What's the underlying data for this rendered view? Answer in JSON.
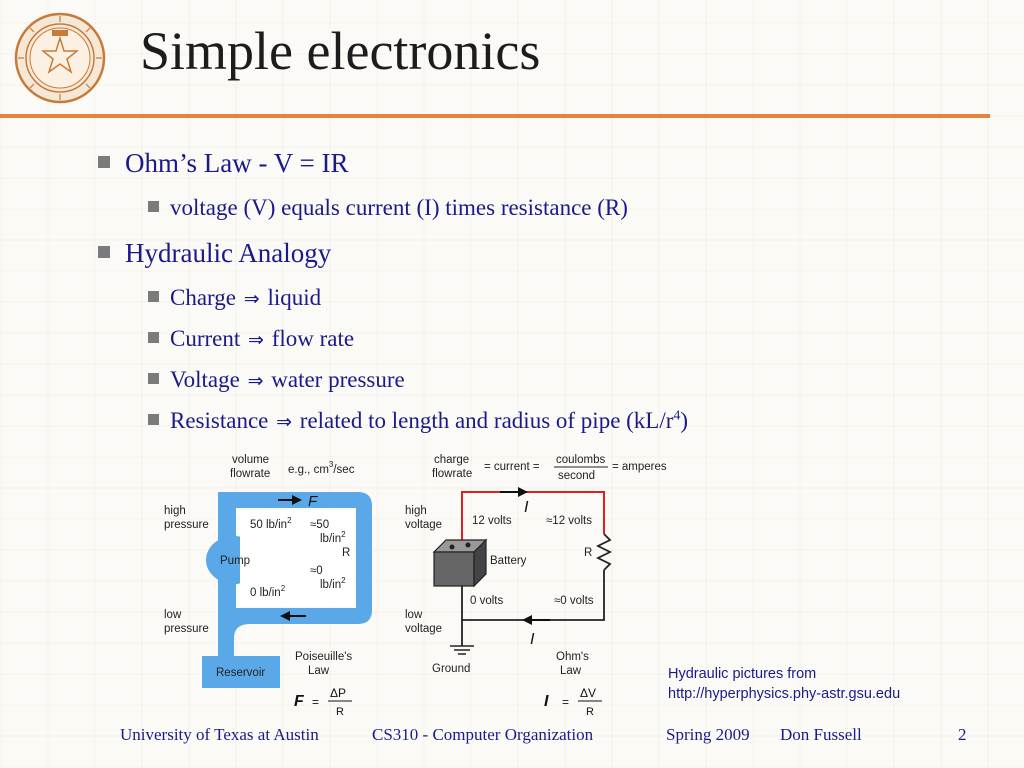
{
  "slide": {
    "title": "Simple electronics",
    "page_number": "2"
  },
  "bullets": [
    {
      "text": "Ohm’s Law - V = IR"
    },
    {
      "text": "voltage (V) equals current (I) times resistance (R)"
    },
    {
      "text": "Hydraulic Analogy"
    },
    {
      "left": "Charge",
      "right": "liquid"
    },
    {
      "left": "Current",
      "right": "flow rate"
    },
    {
      "left": "Voltage",
      "right": "water pressure"
    },
    {
      "left": "Resistance",
      "right": "related to length and radius of pipe (kL/r",
      "sup": "4",
      "tail": ")"
    }
  ],
  "hydraulic_diagram": {
    "volume": "volume",
    "flowrate": "flowrate",
    "example": "e.g., cm",
    "example_sup": "3",
    "example_tail": "/sec",
    "high": "high",
    "pressure_hi": "pressure",
    "low": "low",
    "pressure_lo": "pressure",
    "flow_symbol": "F",
    "p50": "50 lb/in",
    "p50_sup": "2",
    "approx50": "≈50",
    "approx50_unit": "lb/in",
    "approx50_sup": "2",
    "r_label": "R",
    "approx0": "≈0",
    "approx0_unit": "lb/in",
    "approx0_sup": "2",
    "p0": "0 lb/in",
    "p0_sup": "2",
    "pump": "Pump",
    "reservoir": "Reservoir",
    "law1": "Poiseuille's",
    "law2": "Law",
    "eq_lhs": "F",
    "eq_eq": "=",
    "eq_num": "ΔP",
    "eq_den": "R"
  },
  "electrical_diagram": {
    "charge": "charge",
    "flowrate": "flowrate",
    "eq_current": "= current =",
    "coulombs": "coulombs",
    "second": "second",
    "eq_amperes": "= amperes",
    "high": "high",
    "voltage_hi": "voltage",
    "low": "low",
    "voltage_lo": "voltage",
    "i_symbol": "I",
    "v12": "12 volts",
    "approx12": "≈12 volts",
    "r_label": "R",
    "battery": "Battery",
    "v0": "0 volts",
    "approx0": "≈0 volts",
    "ground": "Ground",
    "law1": "Ohm's",
    "law2": "Law",
    "eq_lhs": "I",
    "eq_eq": "=",
    "eq_num": "ΔV",
    "eq_den": "R"
  },
  "credit": {
    "line1": "Hydraulic pictures from",
    "line2": "http://hyperphysics.phy-astr.gsu.edu"
  },
  "footer": {
    "university": "University of Texas at Austin",
    "course": "CS310  -  Computer Organization",
    "term": "Spring 2009",
    "author": "Don Fussell"
  },
  "colors": {
    "accent_rule": "#e8833a",
    "text_blue": "#1a1a8a",
    "pipe_blue": "#5aa8e8",
    "wire_red": "#e02020"
  }
}
